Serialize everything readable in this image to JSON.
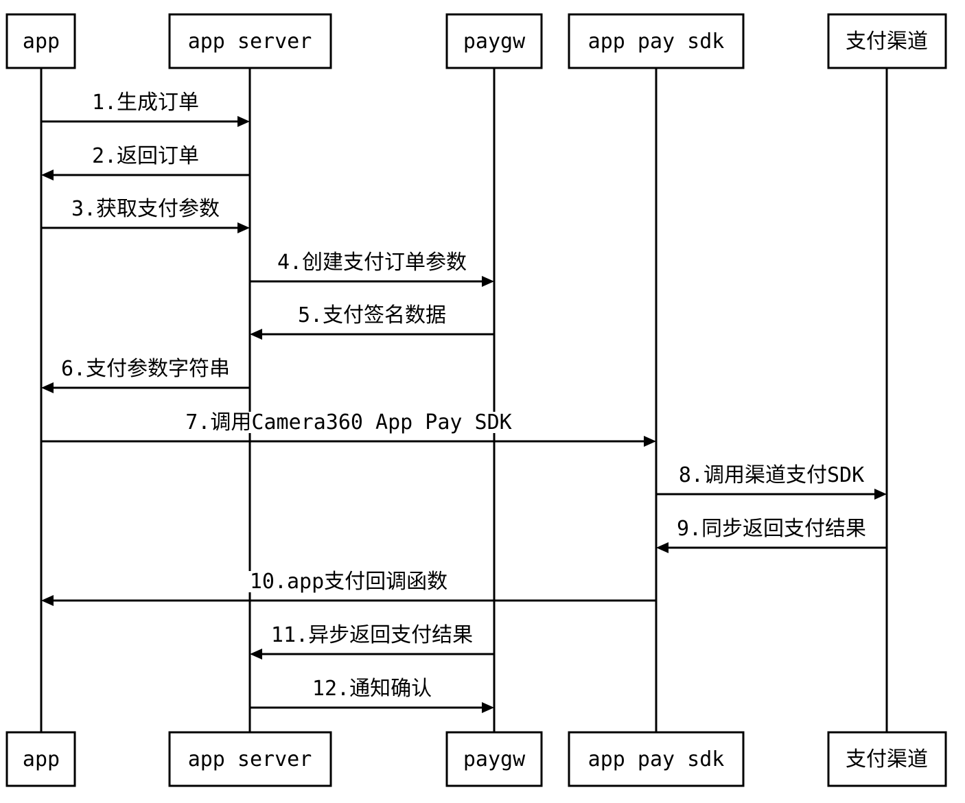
{
  "participants": [
    {
      "id": "app",
      "label": "app"
    },
    {
      "id": "appserver",
      "label": "app server"
    },
    {
      "id": "paygw",
      "label": "paygw"
    },
    {
      "id": "sdk",
      "label": "app pay sdk"
    },
    {
      "id": "channel",
      "label": "支付渠道"
    }
  ],
  "messages": [
    {
      "from": "app",
      "to": "appserver",
      "label": "1.生成订单"
    },
    {
      "from": "appserver",
      "to": "app",
      "label": "2.返回订单"
    },
    {
      "from": "app",
      "to": "appserver",
      "label": "3.获取支付参数"
    },
    {
      "from": "appserver",
      "to": "paygw",
      "label": "4.创建支付订单参数"
    },
    {
      "from": "paygw",
      "to": "appserver",
      "label": "5.支付签名数据"
    },
    {
      "from": "appserver",
      "to": "app",
      "label": "6.支付参数字符串"
    },
    {
      "from": "app",
      "to": "sdk",
      "label": "7.调用Camera360 App Pay SDK"
    },
    {
      "from": "sdk",
      "to": "channel",
      "label": "8.调用渠道支付SDK"
    },
    {
      "from": "channel",
      "to": "sdk",
      "label": "9.同步返回支付结果"
    },
    {
      "from": "sdk",
      "to": "app",
      "label": "10.app支付回调函数"
    },
    {
      "from": "paygw",
      "to": "appserver",
      "label": "11.异步返回支付结果"
    },
    {
      "from": "appserver",
      "to": "paygw",
      "label": "12.通知确认"
    }
  ],
  "colors": {
    "stroke": "#000000",
    "background": "#ffffff"
  }
}
